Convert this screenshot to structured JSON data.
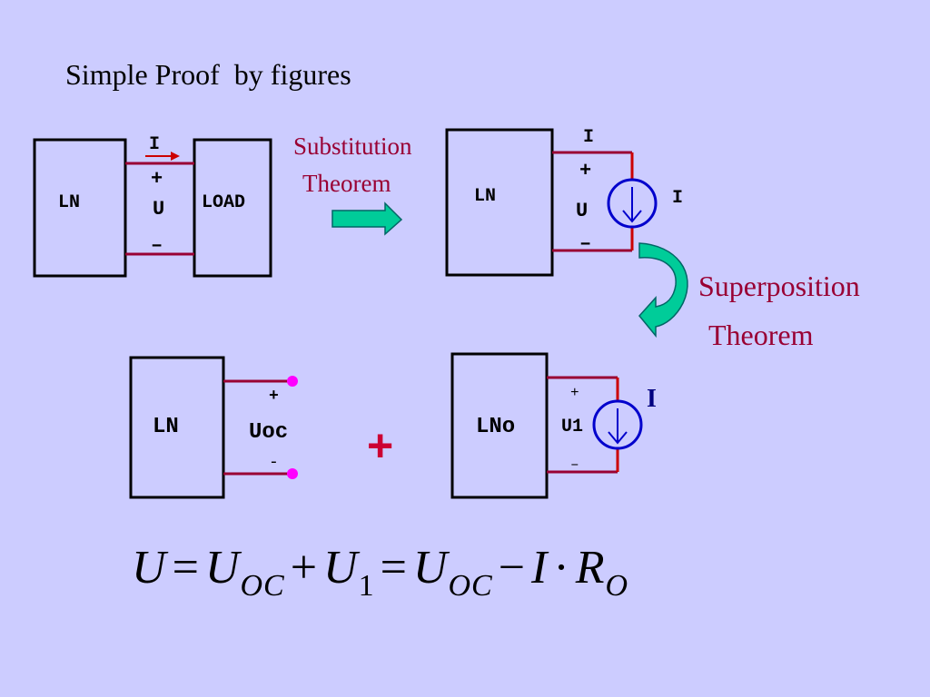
{
  "title": "Simple Proof  by figures",
  "diagram1": {
    "ln": "LN",
    "load": "LOAD",
    "current": "I",
    "plus": "+",
    "voltage": "U",
    "minus": "–"
  },
  "arrow1_label_line1": "Substitution",
  "arrow1_label_line2": "Theorem",
  "diagram2": {
    "ln": "LN",
    "current_top": "I",
    "plus": "+",
    "voltage": "U",
    "minus": "–",
    "source_label": "I"
  },
  "arrow2_label_line1": "Superposition",
  "arrow2_label_line2": "Theorem",
  "diagram3": {
    "ln": "LN",
    "plus": "+",
    "voltage": "Uoc",
    "minus": "-"
  },
  "plus_sign": "+",
  "diagram4": {
    "ln": "LNo",
    "plus": "+",
    "voltage": "U1",
    "minus": "–",
    "source_label": "I"
  },
  "formula": {
    "u": "U",
    "eq": "=",
    "u_oc": "U",
    "oc": "OC",
    "plus": "+",
    "u1": "U",
    "one": "1",
    "eq2": "=",
    "u_oc2": "U",
    "oc2": "OC",
    "minus": "−",
    "i": "I",
    "dot": "·",
    "r": "R",
    "o": "O"
  },
  "colors": {
    "background": "#ccccff",
    "wire": "#990033",
    "wire_red": "#cc0000",
    "arrow_fill": "#00cc99",
    "source_blue": "#0000cc",
    "terminal": "#ff00ff"
  }
}
